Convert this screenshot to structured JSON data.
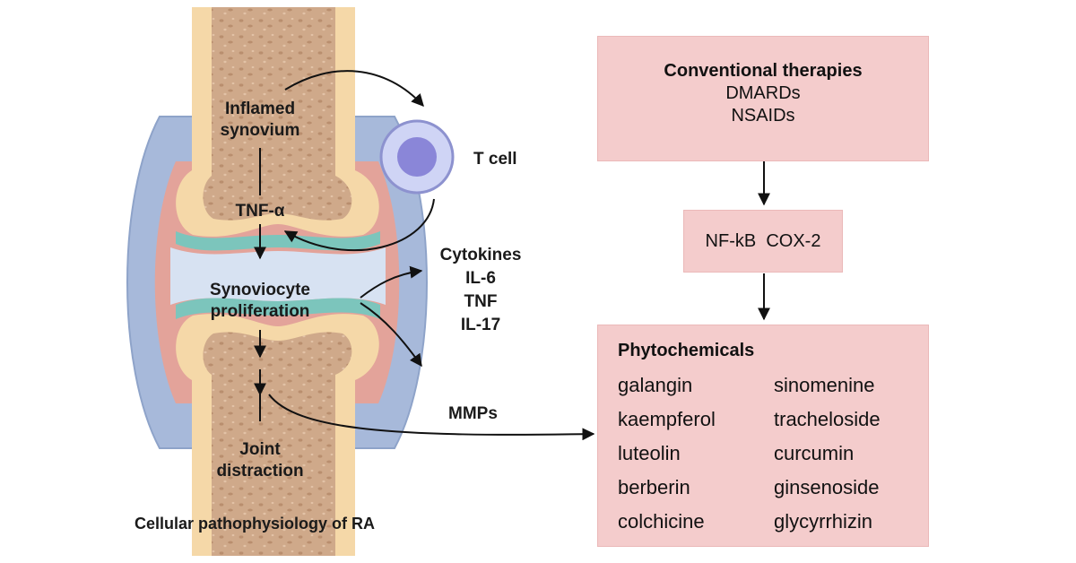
{
  "left": {
    "inflamed": [
      "Inflamed",
      "synovium"
    ],
    "tnf_alpha": "TNF-α",
    "synoviocyte": [
      "Synoviocyte",
      "proliferation"
    ],
    "joint": [
      "Joint",
      "distraction"
    ],
    "t_cell": "T cell",
    "cytokines": [
      "Cytokines",
      "IL-6",
      "TNF",
      "IL-17"
    ],
    "mmps": "MMPs",
    "caption": "Cellular pathophysiology of RA"
  },
  "right": {
    "conventional": {
      "title": "Conventional therapies",
      "items": [
        "DMARDs",
        "NSAIDs"
      ]
    },
    "targets": "NF-kB  COX-2",
    "phyto": {
      "title": "Phytochemicals",
      "col1": [
        "galangin",
        "kaempferol",
        "luteolin",
        "berberin",
        "colchicine"
      ],
      "col2": [
        "sinomenine",
        "tracheloside",
        "curcumin",
        "ginsenoside",
        "glycyrrhizin"
      ]
    }
  },
  "colors": {
    "box_fill": "#f4cccc",
    "bone_outer": "#f5d8a8",
    "bone_inner": "#cfa98a",
    "synovium": "#a7b9da",
    "cartilage": "#7cc5bc",
    "inflamed": "#e3a39a",
    "tcell_outer": "#cfd4f5",
    "tcell_inner": "#8a86d8"
  }
}
